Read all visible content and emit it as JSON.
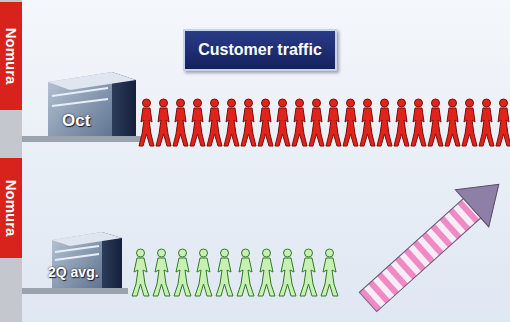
{
  "diagram": {
    "nodes": [
      {
        "text": [
          "Nomura"
        ]
      },
      {
        "text": [
          "Customer traffic"
        ]
      },
      {
        "text": [
          "Nomura"
        ]
      }
    ],
    "labels": [
      "Oct",
      "2Q avg."
    ]
  }
}
